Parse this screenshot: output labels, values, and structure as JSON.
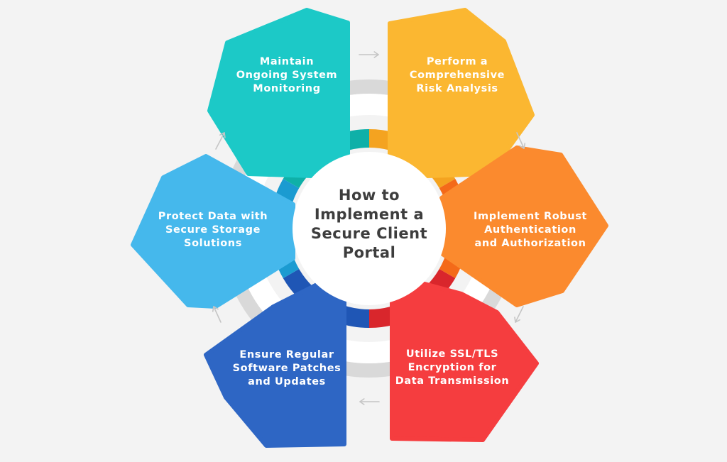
{
  "center": {
    "title_lines": [
      "How to",
      "Implement a",
      "Secure Client",
      "Portal"
    ]
  },
  "steps": [
    {
      "lines": [
        "Perform a",
        "Comprehensive",
        "Risk Analysis"
      ],
      "color": "#fbb731",
      "dark": "#f4a320"
    },
    {
      "lines": [
        "Implement Robust",
        "Authentication",
        "and Authorization"
      ],
      "color": "#fb8a2e",
      "dark": "#f46a19"
    },
    {
      "lines": [
        "Utilize SSL/TLS",
        "Encryption for",
        "Data Transmission"
      ],
      "color": "#f53d3f",
      "dark": "#d9262c"
    },
    {
      "lines": [
        "Ensure Regular",
        "Software Patches",
        "and Updates"
      ],
      "color": "#2e66c4",
      "dark": "#1f56b5"
    },
    {
      "lines": [
        "Protect Data with",
        "Secure Storage",
        "Solutions"
      ],
      "color": "#45b8ec",
      "dark": "#1b9bd1"
    },
    {
      "lines": [
        "Maintain",
        "Ongoing System",
        "Monitoring"
      ],
      "color": "#1cc9c7",
      "dark": "#0fb0a8"
    }
  ],
  "colors": {
    "background": "#f3f3f3",
    "ring_gray": "#d9d9d9",
    "ring_white": "#ffffff",
    "arrow_gray": "#c5c5c5",
    "center_text": "#3d3d3d"
  }
}
